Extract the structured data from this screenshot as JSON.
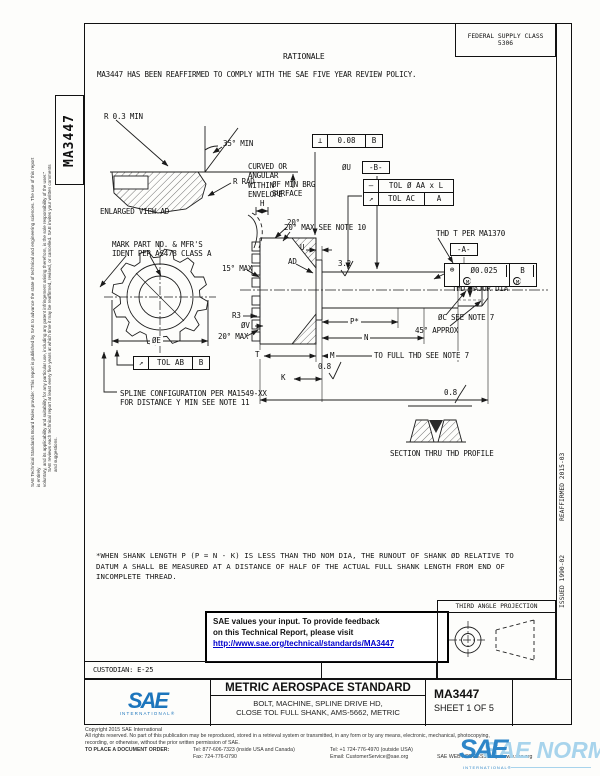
{
  "doc_number": "MA3447",
  "colors": {
    "link": "#0000cc",
    "logo_blue": "#1c75bc",
    "watermark_blue": "#a8d4ec"
  },
  "header": {
    "federal_supply_class_line1": "FEDERAL SUPPLY CLASS",
    "federal_supply_class_line2": "5306",
    "rationale_heading": "RATIONALE",
    "rationale_text": "MA3447 HAS BEEN REAFFIRMED TO COMPLY WITH THE SAE FIVE YEAR REVIEW POLICY."
  },
  "sidebar": {
    "doc_number": "MA3447",
    "disclaimer1": "SAE Technical Standards Board Rules provide: “This report is published by SAE to advance the state of technical and engineering sciences. The use of this report is entirely",
    "disclaimer2": "voluntary, and its applicability and suitability for any particular use, including any patent infringement arising therefrom, is the sole responsibility of the user.”",
    "disclaimer3": "SAE reviews each technical report at least every five years at which time it may be reaffirmed, revised, or cancelled. SAE invites your written comments and suggestions."
  },
  "right_edge": {
    "issued": "ISSUED 1990-02",
    "reaffirmed": "REAFFIRMED 2015-03"
  },
  "drawing": {
    "labels": {
      "r03min": "R 0.3 MIN",
      "min35": "35° MIN",
      "rrad": "R RAD",
      "brg": "ØF MIN BRG SURFACE",
      "enlarged": "ENLARGED VIEW AD",
      "envelope": "CURVED OR ANGULAR WITHIN ENVELOPE",
      "hdim": "H",
      "env20": "20°",
      "mark": "MARK PART NO. & MFR'S IDENT PER AS478 CLASS A",
      "note10": "20° MAX SEE NOTE 10",
      "udim": "U",
      "adref": "AD",
      "fin32": "3.2",
      "phiu": "ØU",
      "thd_callout": "THD T PER MA1370",
      "thd_major": "THD MAJOR DIA",
      "max15": "15° MAX",
      "r3": "R3",
      "phiv": "ØV",
      "max20": "20° MAX",
      "tdim": "T",
      "phie": "ØE",
      "pdim": "P*",
      "ndim": "N",
      "mdim": "M",
      "fullthd": "TO FULL THD SEE NOTE 7",
      "approx45": "45° APPROX",
      "phic": "ØC SEE NOTE 7",
      "kdim": "K",
      "fin08_shank": "0.8",
      "fin08_section": "0.8",
      "spline_note": "SPLINE CONFIGURATION PER MA1549-XX FOR DISTANCE Y MIN SEE NOTE 11",
      "section_label": "SECTION THRU THD PROFILE"
    },
    "datums": {
      "a": "-A-",
      "b": "-B-"
    },
    "fcf": {
      "perp": {
        "symbol": "⊥",
        "tolerance": "0.08",
        "datum": "B"
      },
      "tol_frame": {
        "row1_symbol": "—",
        "row1_text": "TOL Ø AA x L",
        "row2_symbol": "↗",
        "row2_text": "TOL AC",
        "row2_datum": "A"
      },
      "position": {
        "symbol": "⊕",
        "tolerance": "Ø0.025",
        "tol_modifier": "M",
        "datum": "B",
        "datum_modifier": "M"
      },
      "runout_ab": {
        "symbol": "↗",
        "tolerance": "TOL AB",
        "datum": "B"
      }
    }
  },
  "note": {
    "line1": "*WHEN SHANK LENGTH P (P = N - K) IS LESS THAN THD NOM DIA, THE RUNOUT OF SHANK ØD RELATIVE TO",
    "line2": "DATUM A SHALL BE MEASURED AT A DISTANCE OF HALF OF THE ACTUAL FULL SHANK LENGTH FROM END OF",
    "line3": "INCOMPLETE THREAD."
  },
  "feedback_box": {
    "line1": "SAE values your input. To provide feedback",
    "line2": "on this Technical Report, please visit",
    "link": "http://www.sae.org/technical/standards/MA3447"
  },
  "projection_box": {
    "title": "THIRD ANGLE PROJECTION"
  },
  "title_block": {
    "custodian": "CUSTODIAN: E-25",
    "standard_type": "METRIC AEROSPACE STANDARD",
    "title_line1": "BOLT, MACHINE, SPLINE DRIVE HD,",
    "title_line2": "CLOSE TOL FULL SHANK, AMS-5662, METRIC",
    "doc_number": "MA3447",
    "sheet": "SHEET 1 OF 5",
    "logo_text": "SAE",
    "logo_sub": "INTERNATIONAL®"
  },
  "footer": {
    "copyright": "Copyright 2015 SAE International",
    "rights1": "All rights reserved. No part of this publication may be reproduced, stored in a retrieval system or transmitted, in any form or by any means, electronic, mechanical, photocopying,",
    "rights2": "recording, or otherwise, without the prior written permission of SAE.",
    "order_label": "TO PLACE A DOCUMENT ORDER:",
    "tel_inside": "Tel: 877-606-7323 (inside USA and Canada)",
    "tel_outside": "Tel: +1 724-776-4970 (outside USA)",
    "fax": "Fax: 724-776-0790",
    "email": "Email: CustomerService@sae.org",
    "web": "SAE WEB ADDRESS: http://www.sae.org"
  },
  "watermark": {
    "sae": "SAE",
    "norm": "SAE NORM",
    "intl": "INTERNATIONAL®"
  }
}
